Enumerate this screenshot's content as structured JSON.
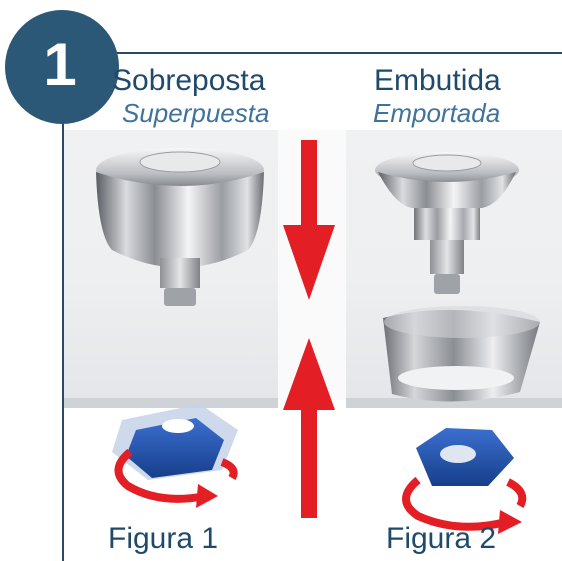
{
  "step": {
    "number": "1"
  },
  "left_panel": {
    "title": "Sobreposta",
    "subtitle": "Superpuesta",
    "caption": "Figura 1"
  },
  "right_panel": {
    "title": "Embutida",
    "subtitle": "Emportada",
    "caption": "Figura 2"
  },
  "colors": {
    "badge": "#2c5877",
    "title": "#1f4a6c",
    "subtitle": "#3f739c",
    "arrow_red": "#e31e24",
    "nut_blue": "#2357b3"
  }
}
